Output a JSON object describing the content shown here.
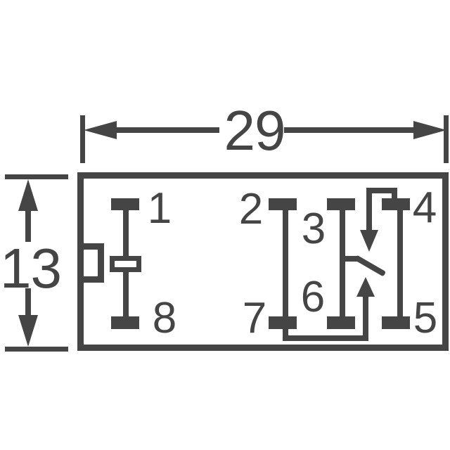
{
  "colors": {
    "ink": "#454545",
    "paper": "#ffffff"
  },
  "dimensions": {
    "width": {
      "label": "29"
    },
    "height": {
      "label": "13"
    }
  },
  "pins": [
    {
      "label": "1"
    },
    {
      "label": "2"
    },
    {
      "label": "3"
    },
    {
      "label": "4"
    },
    {
      "label": "5"
    },
    {
      "label": "6"
    },
    {
      "label": "7"
    },
    {
      "label": "8"
    }
  ],
  "icons": {
    "dimension_arrowheads": "filled-triangle",
    "contact_travel_arrows": "filled-triangle"
  }
}
